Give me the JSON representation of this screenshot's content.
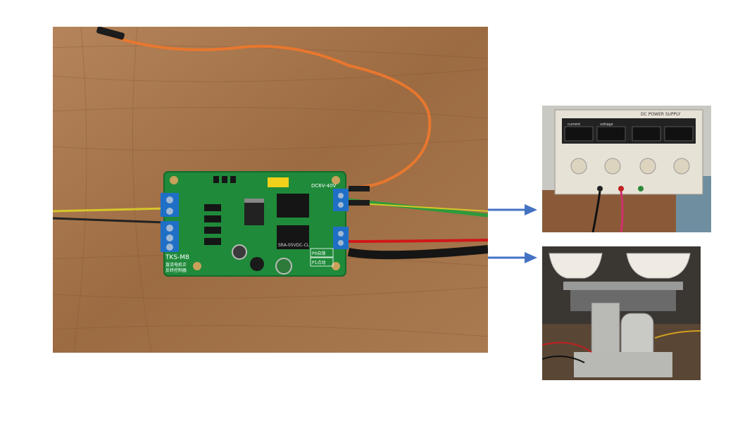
{
  "figure": {
    "background": "#ffffff",
    "arrow_color": "#4472c4"
  },
  "board": {
    "model": "TKS-M8",
    "chinese_title_line1": "直流电机正",
    "chinese_title_line2": "反转控制器",
    "voltage_label": "DC6V-40V",
    "mode_label_p0": "P0自锁",
    "mode_label_p1": "P1点动",
    "relay_marking": "SRA-05VDC-CL",
    "pcb_color": "#1f8a3a"
  },
  "psu": {
    "panel_label": "DC POWER SUPPLY",
    "display_label_a": "current",
    "display_label_b": "voltage"
  },
  "colors": {
    "wood": "#a3734a",
    "wire_orange": "#e8772e",
    "wire_yellow": "#d6c62a",
    "wire_green": "#2e9a3a",
    "wire_red": "#d01818",
    "terminal_blue": "#1f6fc6"
  }
}
